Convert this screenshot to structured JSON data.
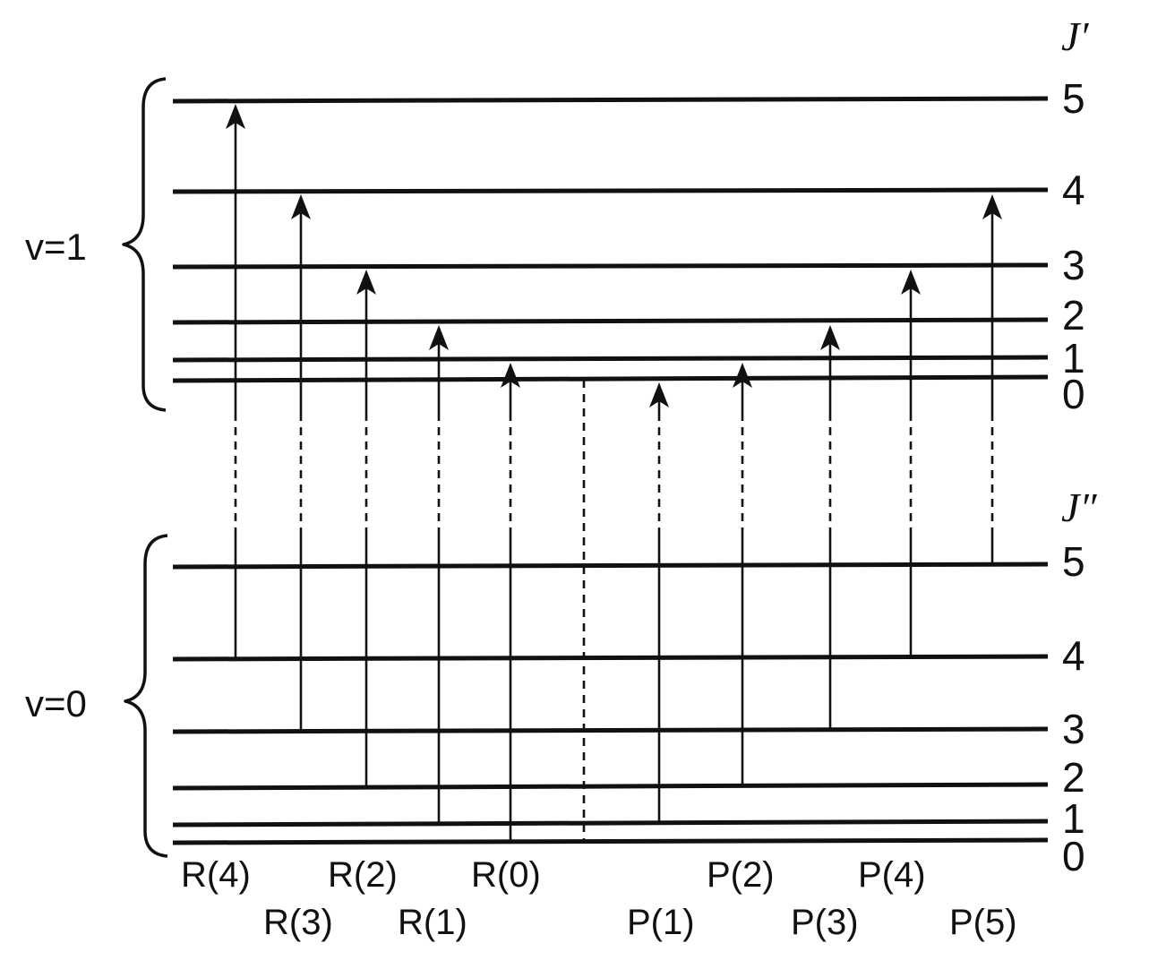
{
  "upper_state": {
    "vibrational_label": "v=1",
    "rotational_symbol": "J′",
    "levels": [
      "5",
      "4",
      "3",
      "2",
      "1",
      "0"
    ]
  },
  "lower_state": {
    "vibrational_label": "v=0",
    "rotational_symbol": "J″",
    "levels": [
      "5",
      "4",
      "3",
      "2",
      "1",
      "0"
    ]
  },
  "transitions": [
    {
      "label": "R(4)",
      "from_J": 4,
      "to_J": 5,
      "branch": "R"
    },
    {
      "label": "R(3)",
      "from_J": 3,
      "to_J": 4,
      "branch": "R"
    },
    {
      "label": "R(2)",
      "from_J": 2,
      "to_J": 3,
      "branch": "R"
    },
    {
      "label": "R(1)",
      "from_J": 1,
      "to_J": 2,
      "branch": "R"
    },
    {
      "label": "R(0)",
      "from_J": 0,
      "to_J": 1,
      "branch": "R"
    },
    {
      "label": "P(1)",
      "from_J": 1,
      "to_J": 0,
      "branch": "P"
    },
    {
      "label": "P(2)",
      "from_J": 2,
      "to_J": 1,
      "branch": "P"
    },
    {
      "label": "P(3)",
      "from_J": 3,
      "to_J": 2,
      "branch": "P"
    },
    {
      "label": "P(4)",
      "from_J": 4,
      "to_J": 3,
      "branch": "P"
    },
    {
      "label": "P(5)",
      "from_J": 5,
      "to_J": 4,
      "branch": "P"
    }
  ]
}
